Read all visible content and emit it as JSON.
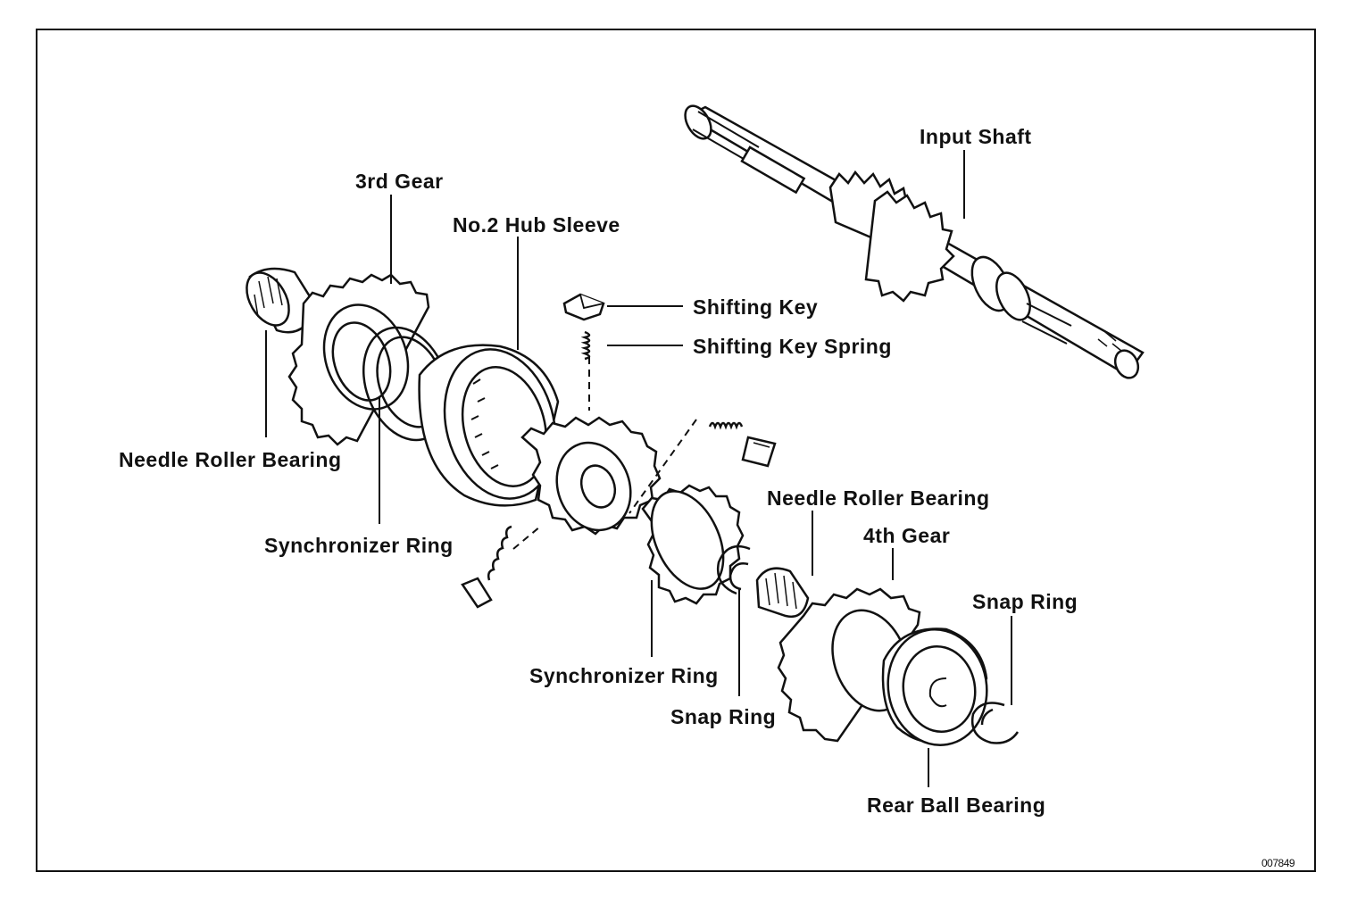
{
  "labels": {
    "input_shaft": "Input Shaft",
    "third_gear": "3rd Gear",
    "no2_hub_sleeve": "No.2 Hub Sleeve",
    "shifting_key": "Shifting Key",
    "shifting_key_spring": "Shifting Key Spring",
    "needle_roller_bearing_left": "Needle Roller Bearing",
    "synchronizer_ring_left": "Synchronizer Ring",
    "needle_roller_bearing_right": "Needle Roller Bearing",
    "fourth_gear": "4th Gear",
    "snap_ring_right": "Snap Ring",
    "synchronizer_ring_center": "Synchronizer Ring",
    "snap_ring_center": "Snap Ring",
    "rear_ball_bearing": "Rear Ball Bearing"
  },
  "figure_code": "007849",
  "colors": {
    "line": "#111111",
    "background": "#ffffff"
  }
}
